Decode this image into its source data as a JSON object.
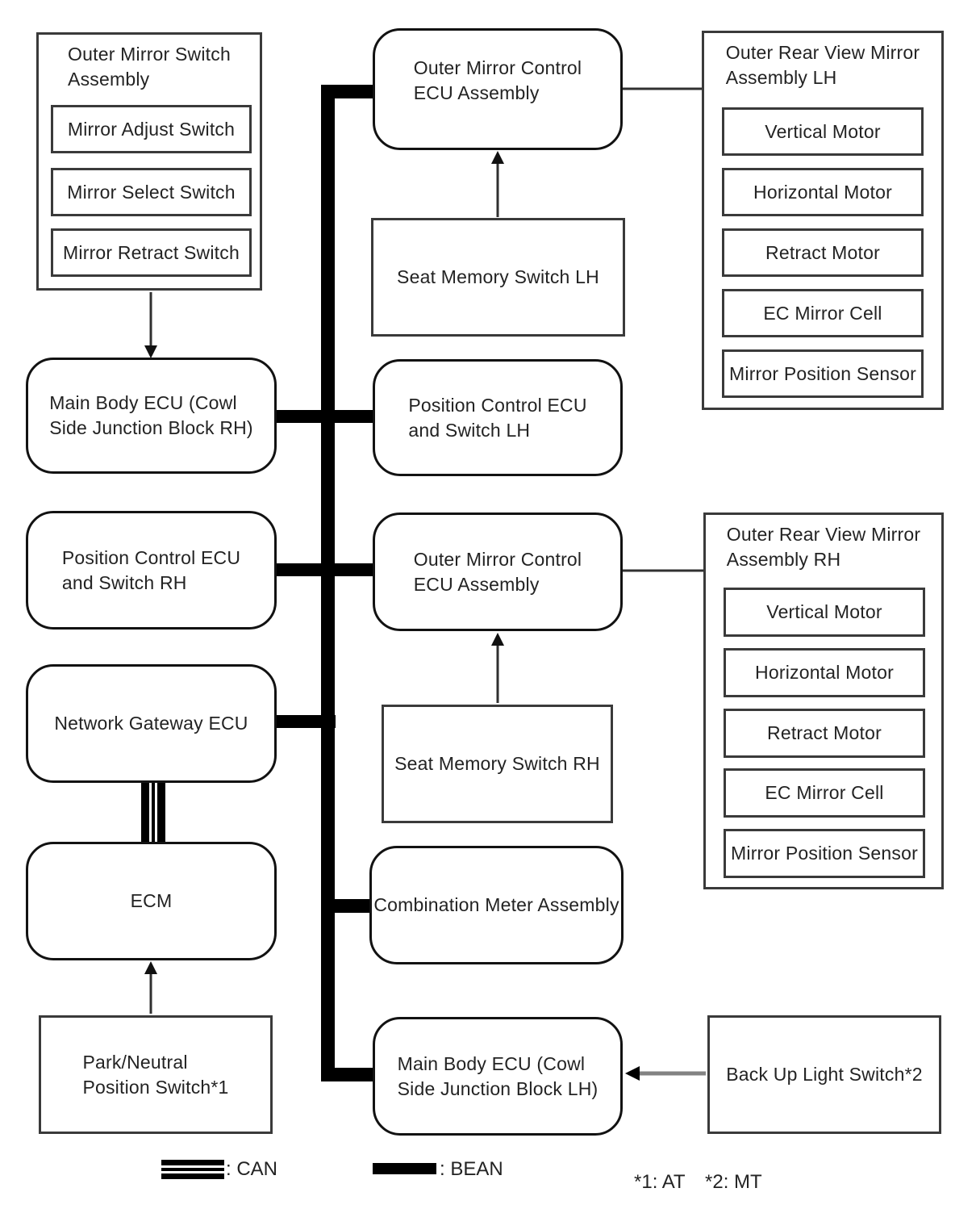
{
  "boxes": {
    "oms_assembly": {
      "title": "Outer Mirror Switch\nAssembly",
      "items": [
        "Mirror Adjust Switch",
        "Mirror Select Switch",
        "Mirror Retract Switch"
      ]
    },
    "main_body_ecu_rh": "Main Body ECU (Cowl\nSide Junction Block RH)",
    "position_control_rh": "Position Control ECU\nand Switch RH",
    "network_gateway_ecu": "Network Gateway ECU",
    "ecm": "ECM",
    "park_neutral_switch": "Park/Neutral\nPosition Switch*1",
    "omc_ecu_top": "Outer Mirror Control\nECU Assembly",
    "seat_memory_lh": "Seat Memory Switch LH",
    "position_control_lh": "Position Control ECU\nand Switch LH",
    "omc_ecu_bottom": "Outer Mirror Control\nECU Assembly",
    "seat_memory_rh": "Seat Memory Switch RH",
    "combination_meter": "Combination Meter Assembly",
    "main_body_ecu_lh": "Main Body ECU (Cowl\nSide Junction Block LH)",
    "orvm_lh": {
      "title": "Outer Rear View Mirror\nAssembly LH",
      "items": [
        "Vertical Motor",
        "Horizontal Motor",
        "Retract Motor",
        "EC Mirror Cell",
        "Mirror Position Sensor"
      ]
    },
    "orvm_rh": {
      "title": "Outer Rear View Mirror\nAssembly RH",
      "items": [
        "Vertical Motor",
        "Horizontal Motor",
        "Retract Motor",
        "EC Mirror Cell",
        "Mirror Position Sensor"
      ]
    },
    "backup_light_switch": "Back Up Light Switch*2"
  },
  "legend": {
    "can_label": ": CAN",
    "bean_label": ": BEAN",
    "note_1": "*1: AT",
    "note_2": "*2: MT"
  },
  "colors": {
    "bean_bus": "#000000",
    "can_bus": "#000000",
    "thin_line": "#303030",
    "gray_line": "#828282",
    "border_dark": "#121212",
    "border_gray": "#3a3a3a"
  }
}
